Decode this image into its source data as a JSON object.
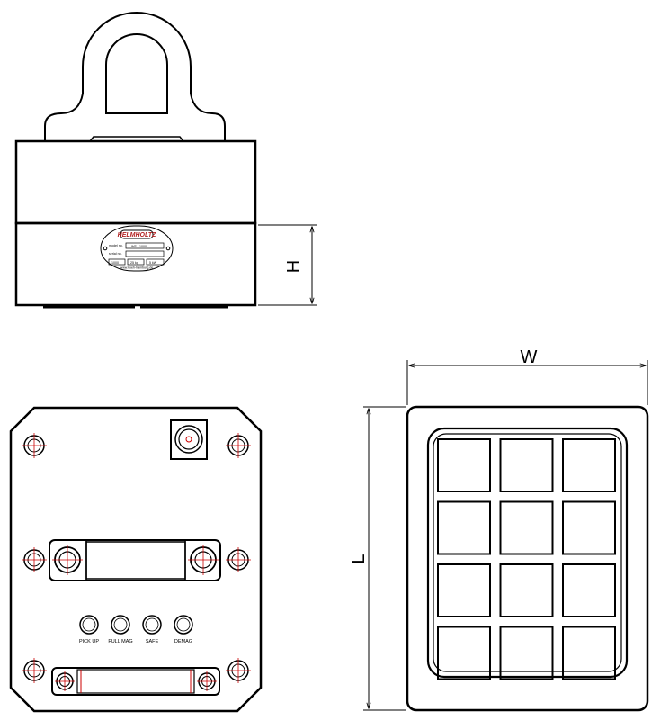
{
  "dimensions": {
    "height_label": "H",
    "width_label": "W",
    "length_label": "L"
  },
  "nameplate": {
    "brand": "HELMHOLTZ",
    "row1_label": "model no.",
    "row1_value": "WS - 1000",
    "row2_label": "serial no.",
    "row3_values": [
      "1000",
      "25 kg",
      "5 kW"
    ],
    "website": "www.koeh-hamburg.de"
  },
  "control_buttons": [
    {
      "label": "PICK UP"
    },
    {
      "label": "FULL MAG"
    },
    {
      "label": "SAFE"
    },
    {
      "label": "DEMAG"
    }
  ],
  "pole_grid": {
    "rows": 4,
    "cols": 3
  },
  "colors": {
    "line": "#000000",
    "centerline": "#cc0000",
    "background": "#ffffff"
  }
}
